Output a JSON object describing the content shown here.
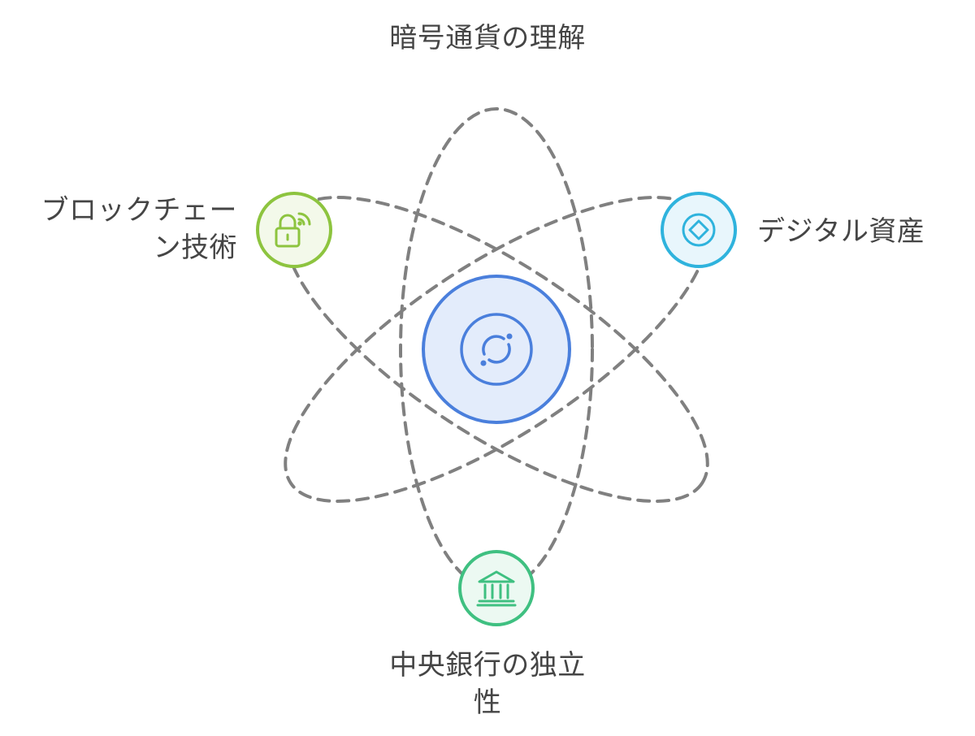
{
  "diagram": {
    "title": "暗号通貨の理解",
    "center_icon": "refresh-cycle-icon",
    "nodes": [
      {
        "key": "blockchain",
        "label_lines": [
          "ブロックチェー",
          "ン技術"
        ],
        "icon": "padlock-wireless-icon",
        "color": "#8dc43f"
      },
      {
        "key": "digital-assets",
        "label_lines": [
          "デジタル資産"
        ],
        "icon": "diamond-coin-icon",
        "color": "#2fb3dd"
      },
      {
        "key": "central-bank",
        "label_lines": [
          "中央銀行の独立",
          "性"
        ],
        "icon": "bank-building-icon",
        "color": "#3fc081"
      }
    ],
    "colors": {
      "center_stroke": "#4a7fdc",
      "center_fill": "#e3ecfb",
      "orbit_stroke": "#808080",
      "text": "#454545"
    }
  }
}
